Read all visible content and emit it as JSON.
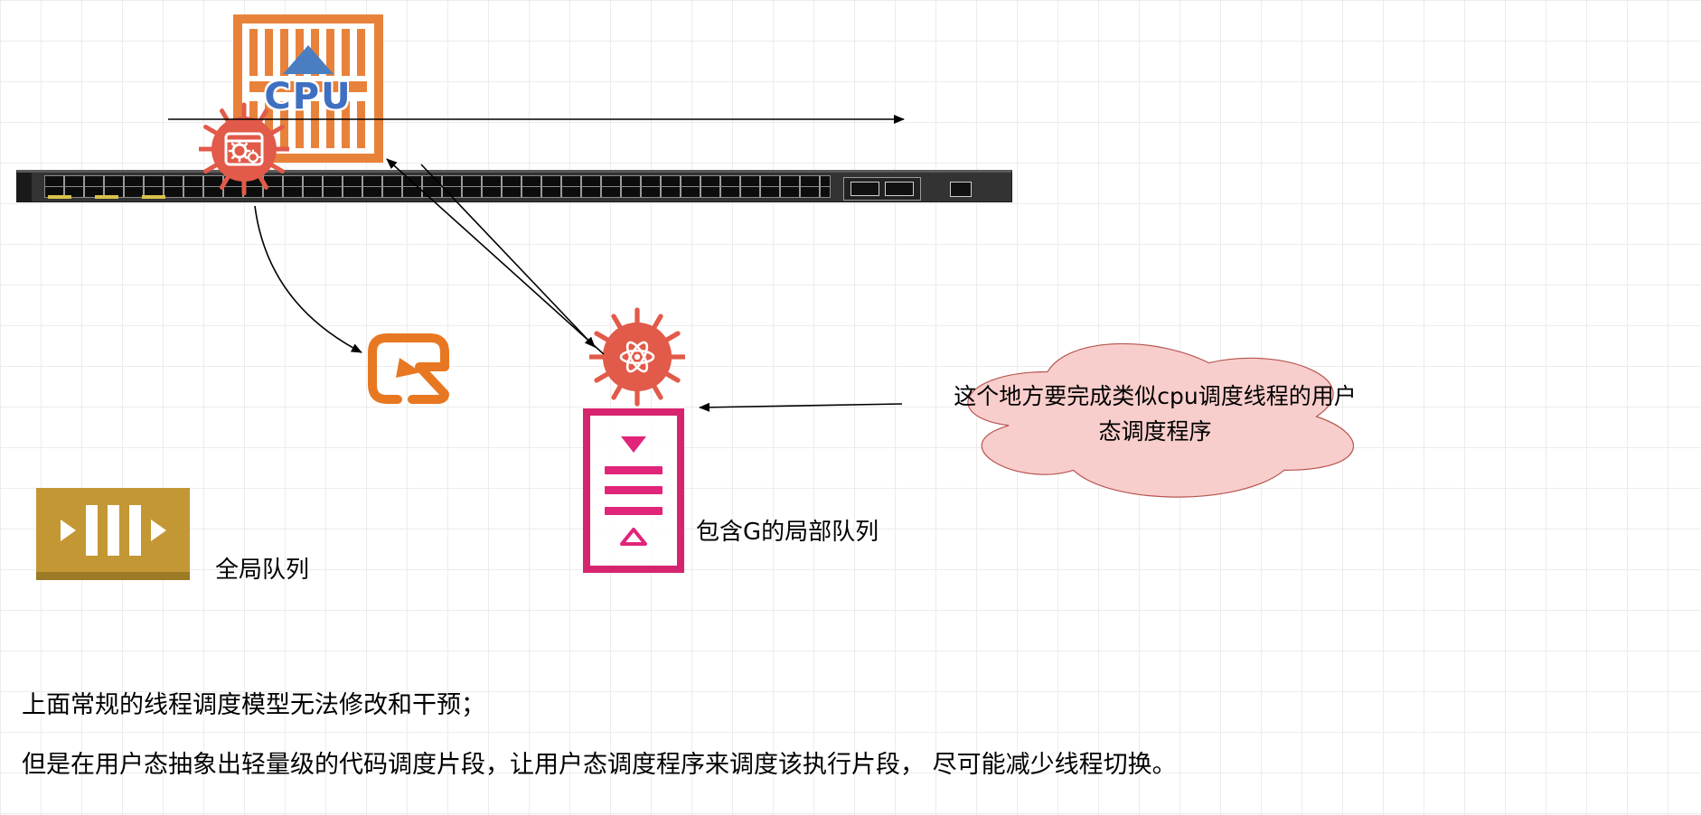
{
  "colors": {
    "crate_orange": "#e8823b",
    "cpu_blue": "#3f6fc1",
    "virus_red": "#e25a49",
    "emblem_orange": "#e87722",
    "queue_magenta": "#d6246e",
    "queue_gold": "#c49735",
    "cloud_fill": "#f8cecc",
    "cloud_stroke": "#b85450",
    "arrow_black": "#000000"
  },
  "cpu": {
    "label": "CPU"
  },
  "labels": {
    "global_queue": "全局队列",
    "local_queue": "包含G的局部队列"
  },
  "cloud": {
    "line1": "这个地方要完成类似cpu调度线程的用户",
    "line2": "态调度程序"
  },
  "notes": {
    "line1": "上面常规的线程调度模型无法修改和干预；",
    "line2": "但是在用户态抽象出轻量级的代码调度片段，让用户态调度程序来调度该执行片段， 尽可能减少线程切换。"
  }
}
